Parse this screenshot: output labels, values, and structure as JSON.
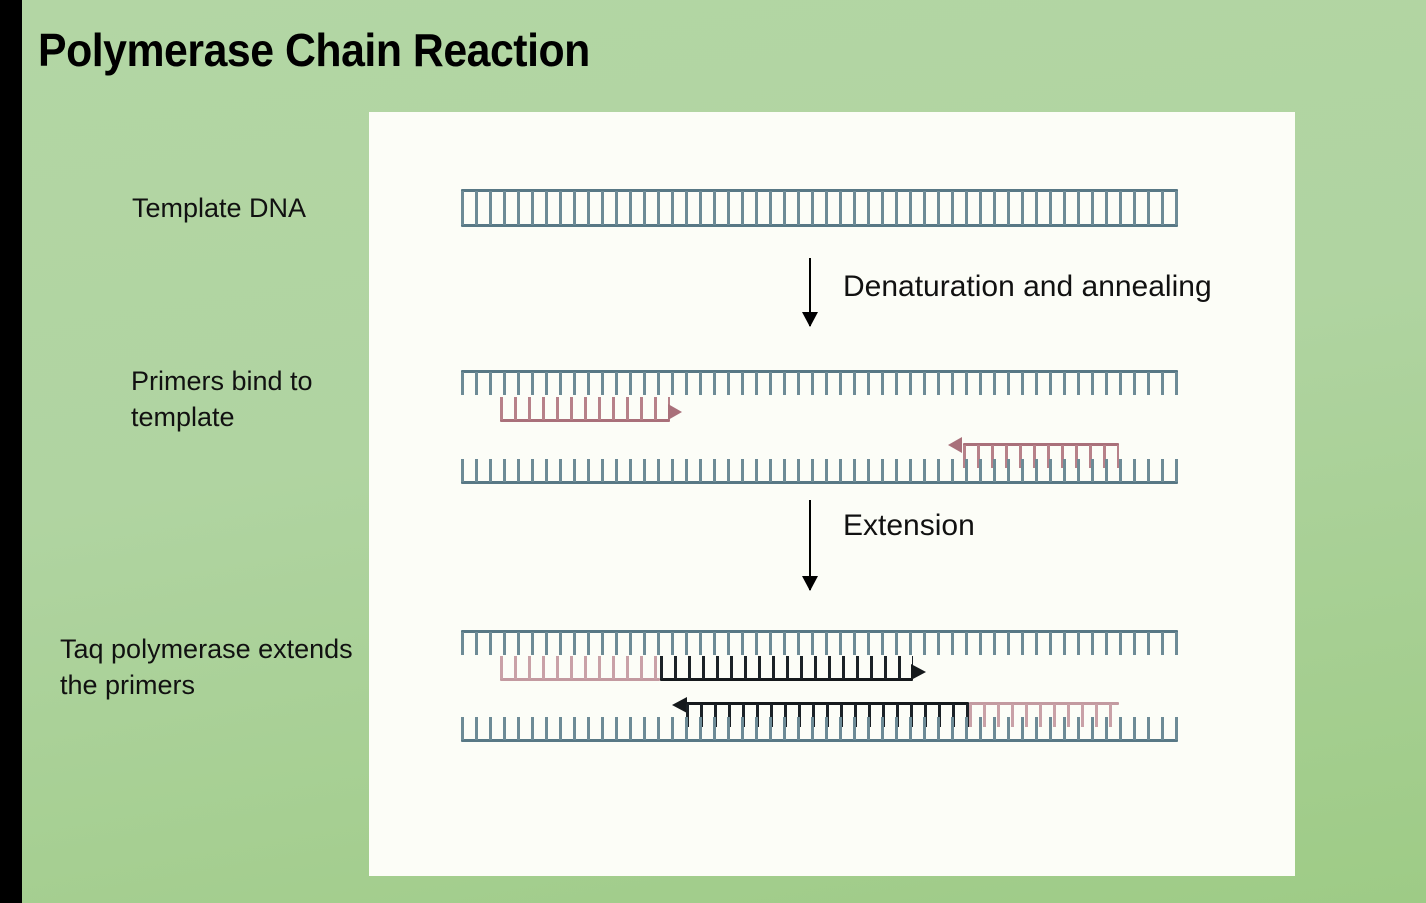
{
  "slide": {
    "title": "Polymerase Chain Reaction",
    "background_color": "#b0d4a1",
    "panel_color": "#fcfdf7",
    "border_color": "#000000"
  },
  "labels": {
    "template": "Template DNA",
    "primers": "Primers bind to\ntemplate",
    "taq": "Taq polymerase extends\nthe primers"
  },
  "steps": [
    {
      "id": "step-1",
      "label": "Denaturation and annealing",
      "arrow": "down-arrow-icon"
    },
    {
      "id": "step-2",
      "label": "Extension",
      "arrow": "down-arrow-icon"
    }
  ],
  "colors": {
    "template_strand": "#587885",
    "primer_strand": "#a9707a",
    "primer_pale": "#c39aa0",
    "extension_strand": "#15191c"
  },
  "diagram": {
    "panel_1_template_dna": {
      "caption": "Template DNA",
      "strands": [
        {
          "name": "top-template-strand",
          "color": "#587885",
          "orientation": "backbone-top-teeth-down"
        },
        {
          "name": "bottom-template-strand",
          "color": "#587885",
          "orientation": "backbone-bottom-teeth-up"
        }
      ]
    },
    "panel_2_primers_bind": {
      "caption": "Primers bind to template",
      "strands": [
        {
          "name": "top-template-strand",
          "color": "#587885",
          "orientation": "backbone-top-teeth-down"
        },
        {
          "name": "forward-primer",
          "color": "#a9707a",
          "orientation": "backbone-bottom-teeth-up",
          "arrow": "right"
        },
        {
          "name": "reverse-primer",
          "color": "#a9707a",
          "orientation": "backbone-top-teeth-down",
          "arrow": "left"
        },
        {
          "name": "bottom-template-strand",
          "color": "#587885",
          "orientation": "backbone-bottom-teeth-up"
        }
      ]
    },
    "panel_3_extension": {
      "caption": "Taq polymerase extends the primers",
      "strands": [
        {
          "name": "top-template-strand",
          "color": "#587885",
          "orientation": "backbone-top-teeth-down"
        },
        {
          "name": "forward-primer-segment",
          "color": "#c39aa0",
          "orientation": "backbone-bottom-teeth-up"
        },
        {
          "name": "forward-extension-segment",
          "color": "#15191c",
          "orientation": "backbone-bottom-teeth-up",
          "arrow": "right"
        },
        {
          "name": "reverse-extension-segment",
          "color": "#15191c",
          "orientation": "backbone-top-teeth-down",
          "arrow": "left"
        },
        {
          "name": "reverse-primer-segment",
          "color": "#c39aa0",
          "orientation": "backbone-top-teeth-down"
        },
        {
          "name": "bottom-template-strand",
          "color": "#587885",
          "orientation": "backbone-bottom-teeth-up"
        }
      ]
    }
  }
}
